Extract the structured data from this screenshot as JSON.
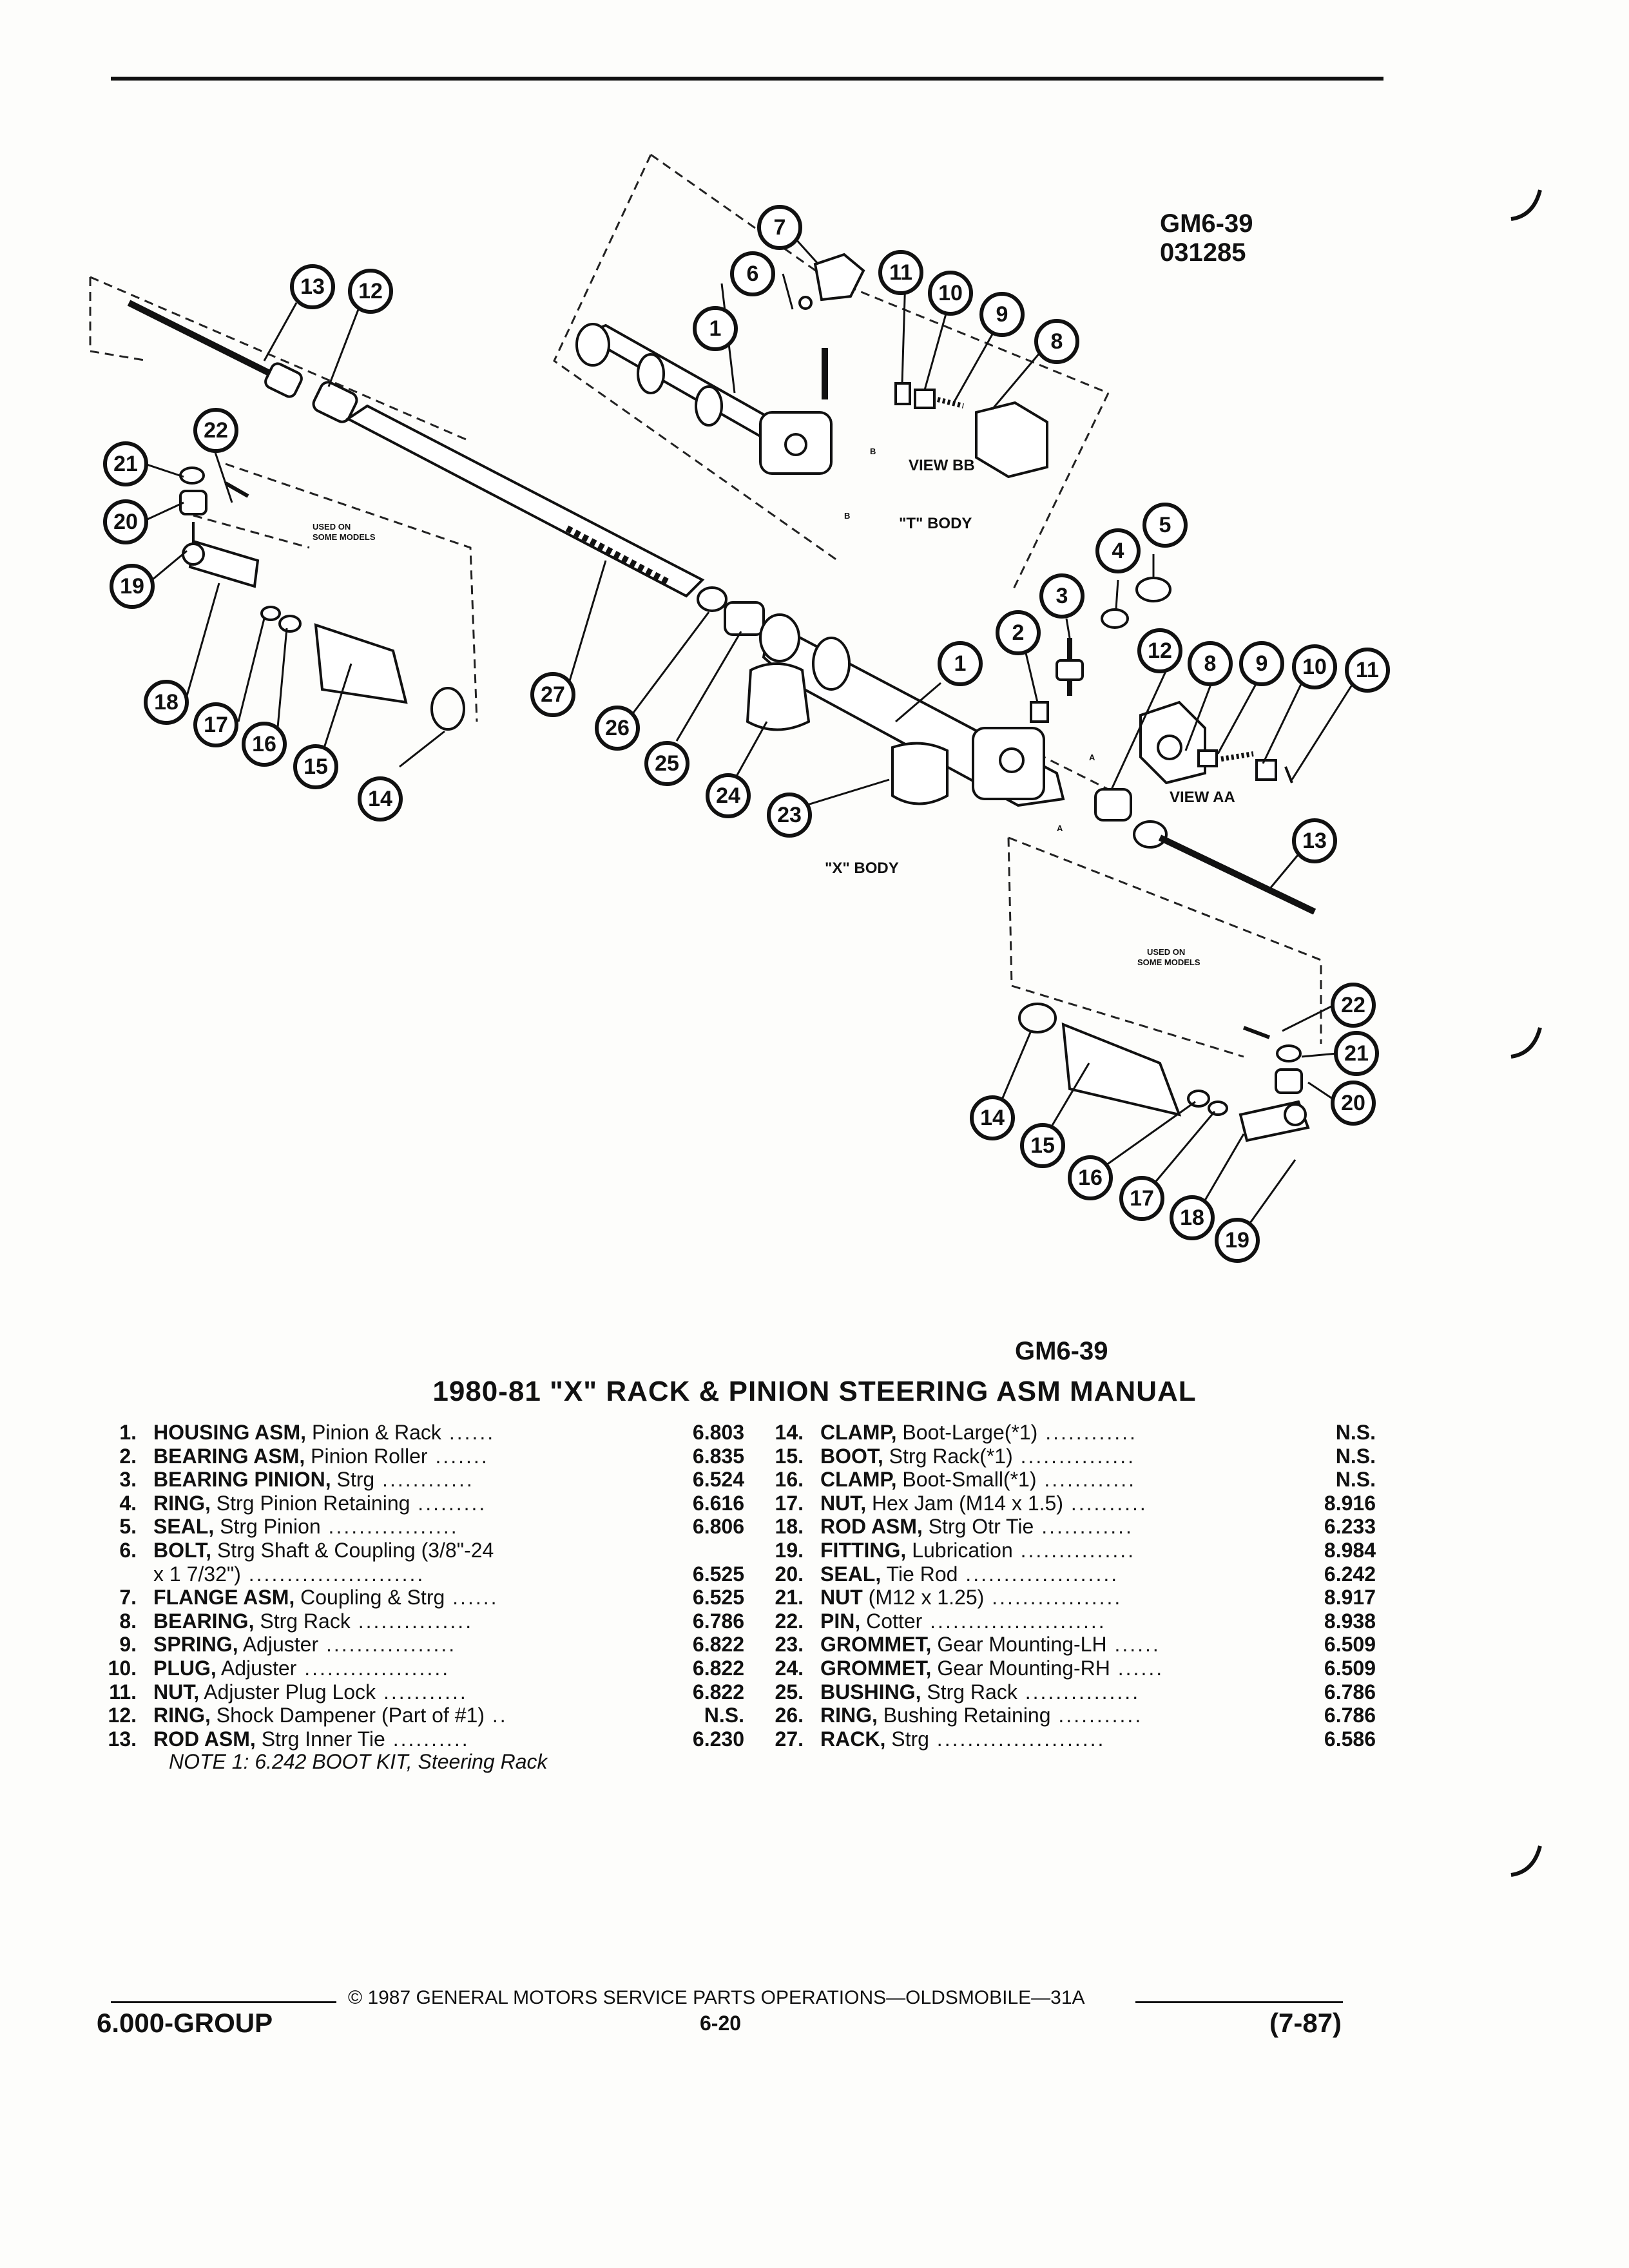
{
  "header": {
    "figure_id": "GM6-39",
    "figure_code": "031285"
  },
  "diagram": {
    "labels": {
      "view_bb": "VIEW BB",
      "t_body": "\"T\" BODY",
      "x_body": "\"X\" BODY",
      "view_aa": "VIEW AA",
      "used_on_1": "USED ON",
      "used_on_2": "SOME MODELS",
      "letter_b": "B",
      "letter_a": "A",
      "bottom_ref": "GM6-39"
    },
    "callouts": [
      "1",
      "2",
      "3",
      "4",
      "5",
      "6",
      "7",
      "8",
      "9",
      "10",
      "11",
      "12",
      "13",
      "14",
      "15",
      "16",
      "17",
      "18",
      "19",
      "20",
      "21",
      "22",
      "23",
      "24",
      "25",
      "26",
      "27"
    ]
  },
  "title": "1980-81 \"X\" RACK & PINION STEERING ASM MANUAL",
  "parts_left": [
    {
      "no": "1.",
      "name": "HOUSING ASM,",
      "desc": " Pinion & Rack",
      "dots": " ......",
      "code": "6.803"
    },
    {
      "no": "2.",
      "name": "BEARING ASM,",
      "desc": " Pinion Roller",
      "dots": " .......",
      "code": "6.835"
    },
    {
      "no": "3.",
      "name": "BEARING PINION,",
      "desc": " Strg",
      "dots": " ............",
      "code": "6.524"
    },
    {
      "no": "4.",
      "name": "RING,",
      "desc": " Strg Pinion Retaining",
      "dots": " .........",
      "code": "6.616"
    },
    {
      "no": "5.",
      "name": "SEAL,",
      "desc": " Strg Pinion",
      "dots": " .................",
      "code": "6.806"
    },
    {
      "no": "6.",
      "name": "BOLT,",
      "desc": " Strg Shaft & Coupling (3/8\"-24",
      "dots": "",
      "code": ""
    },
    {
      "no": "",
      "name": "",
      "desc": "x 1 7/32\")",
      "dots": " .......................",
      "code": "6.525"
    },
    {
      "no": "7.",
      "name": "FLANGE ASM,",
      "desc": " Coupling & Strg",
      "dots": " ......",
      "code": "6.525"
    },
    {
      "no": "8.",
      "name": "BEARING,",
      "desc": " Strg Rack",
      "dots": " ...............",
      "code": "6.786"
    },
    {
      "no": "9.",
      "name": "SPRING,",
      "desc": " Adjuster",
      "dots": " .................",
      "code": "6.822"
    },
    {
      "no": "10.",
      "name": "PLUG,",
      "desc": " Adjuster",
      "dots": " ...................",
      "code": "6.822"
    },
    {
      "no": "11.",
      "name": "NUT,",
      "desc": " Adjuster Plug Lock",
      "dots": " ...........",
      "code": "6.822"
    },
    {
      "no": "12.",
      "name": "RING,",
      "desc": " Shock Dampener (Part of #1)",
      "dots": " ..",
      "code": "N.S."
    },
    {
      "no": "13.",
      "name": "ROD ASM,",
      "desc": " Strg Inner Tie",
      "dots": " ..........",
      "code": "6.230"
    }
  ],
  "parts_right": [
    {
      "no": "14.",
      "name": "CLAMP,",
      "desc": " Boot-Large(*1)",
      "dots": " ............",
      "code": "N.S."
    },
    {
      "no": "15.",
      "name": "BOOT,",
      "desc": " Strg Rack(*1)",
      "dots": " ...............",
      "code": "N.S."
    },
    {
      "no": "16.",
      "name": "CLAMP,",
      "desc": " Boot-Small(*1)",
      "dots": " ............",
      "code": "N.S."
    },
    {
      "no": "17.",
      "name": "NUT,",
      "desc": " Hex Jam (M14 x 1.5)",
      "dots": " ..........",
      "code": "8.916"
    },
    {
      "no": "18.",
      "name": "ROD ASM,",
      "desc": " Strg Otr Tie",
      "dots": " ............",
      "code": "6.233"
    },
    {
      "no": "19.",
      "name": "FITTING,",
      "desc": " Lubrication",
      "dots": " ...............",
      "code": "8.984"
    },
    {
      "no": "20.",
      "name": "SEAL,",
      "desc": " Tie Rod",
      "dots": " ....................",
      "code": "6.242"
    },
    {
      "no": "21.",
      "name": "NUT",
      "desc": " (M12 x 1.25)",
      "dots": " .................",
      "code": "8.917"
    },
    {
      "no": "22.",
      "name": "PIN,",
      "desc": " Cotter",
      "dots": " .......................",
      "code": "8.938"
    },
    {
      "no": "23.",
      "name": "GROMMET,",
      "desc": " Gear Mounting-LH",
      "dots": " ......",
      "code": "6.509"
    },
    {
      "no": "24.",
      "name": "GROMMET,",
      "desc": " Gear Mounting-RH",
      "dots": " ......",
      "code": "6.509"
    },
    {
      "no": "25.",
      "name": "BUSHING,",
      "desc": " Strg Rack",
      "dots": " ...............",
      "code": "6.786"
    },
    {
      "no": "26.",
      "name": "RING,",
      "desc": " Bushing Retaining",
      "dots": " ...........",
      "code": "6.786"
    },
    {
      "no": "27.",
      "name": "RACK,",
      "desc": " Strg",
      "dots": " ......................",
      "code": "6.586"
    }
  ],
  "note": "NOTE 1: 6.242 BOOT KIT, Steering Rack",
  "footer": {
    "copyright": "© 1987 GENERAL MOTORS SERVICE PARTS OPERATIONS—OLDSMOBILE—31A",
    "group": "6.000-GROUP",
    "page": "6-20",
    "date": "(7-87)"
  }
}
